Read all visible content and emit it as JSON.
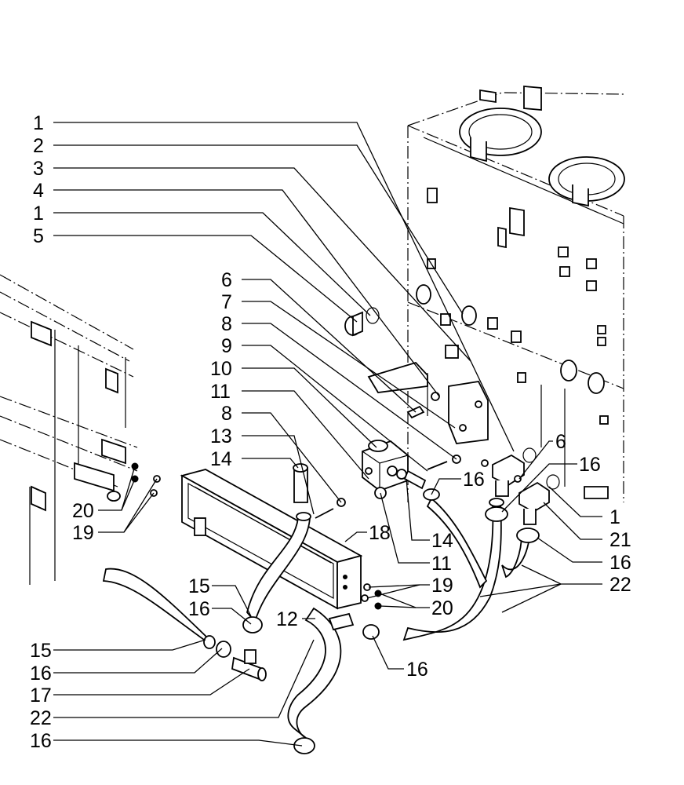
{
  "callouts": [
    {
      "id": "c-left-1a",
      "text": "1"
    },
    {
      "id": "c-left-2",
      "text": "2"
    },
    {
      "id": "c-left-3",
      "text": "3"
    },
    {
      "id": "c-left-4",
      "text": "4"
    },
    {
      "id": "c-left-1b",
      "text": "1"
    },
    {
      "id": "c-left-5",
      "text": "5"
    },
    {
      "id": "c-mid-6",
      "text": "6"
    },
    {
      "id": "c-mid-7",
      "text": "7"
    },
    {
      "id": "c-mid-8a",
      "text": "8"
    },
    {
      "id": "c-mid-9",
      "text": "9"
    },
    {
      "id": "c-mid-10",
      "text": "10"
    },
    {
      "id": "c-mid-11",
      "text": "11"
    },
    {
      "id": "c-mid-8b",
      "text": "8"
    },
    {
      "id": "c-mid-13",
      "text": "13"
    },
    {
      "id": "c-mid-14",
      "text": "14"
    },
    {
      "id": "c-left-20",
      "text": "20"
    },
    {
      "id": "c-left-19",
      "text": "19"
    },
    {
      "id": "c-mid-18",
      "text": "18"
    },
    {
      "id": "c-mid-15",
      "text": "15"
    },
    {
      "id": "c-mid-16",
      "text": "16"
    },
    {
      "id": "c-mid-12",
      "text": "12"
    },
    {
      "id": "c-left-15",
      "text": "15"
    },
    {
      "id": "c-left-16a",
      "text": "16"
    },
    {
      "id": "c-left-17",
      "text": "17"
    },
    {
      "id": "c-left-22",
      "text": "22"
    },
    {
      "id": "c-left-16b",
      "text": "16"
    },
    {
      "id": "c-right-6",
      "text": "6"
    },
    {
      "id": "c-right-16a",
      "text": "16"
    },
    {
      "id": "c-right-16b",
      "text": "16"
    },
    {
      "id": "c-right-1",
      "text": "1"
    },
    {
      "id": "c-right-21",
      "text": "21"
    },
    {
      "id": "c-right-16c",
      "text": "16"
    },
    {
      "id": "c-right-22",
      "text": "22"
    },
    {
      "id": "c-right-14",
      "text": "14"
    },
    {
      "id": "c-right-11",
      "text": "11"
    },
    {
      "id": "c-right-19",
      "text": "19"
    },
    {
      "id": "c-right-20",
      "text": "20"
    },
    {
      "id": "c-right-16d",
      "text": "16"
    }
  ]
}
